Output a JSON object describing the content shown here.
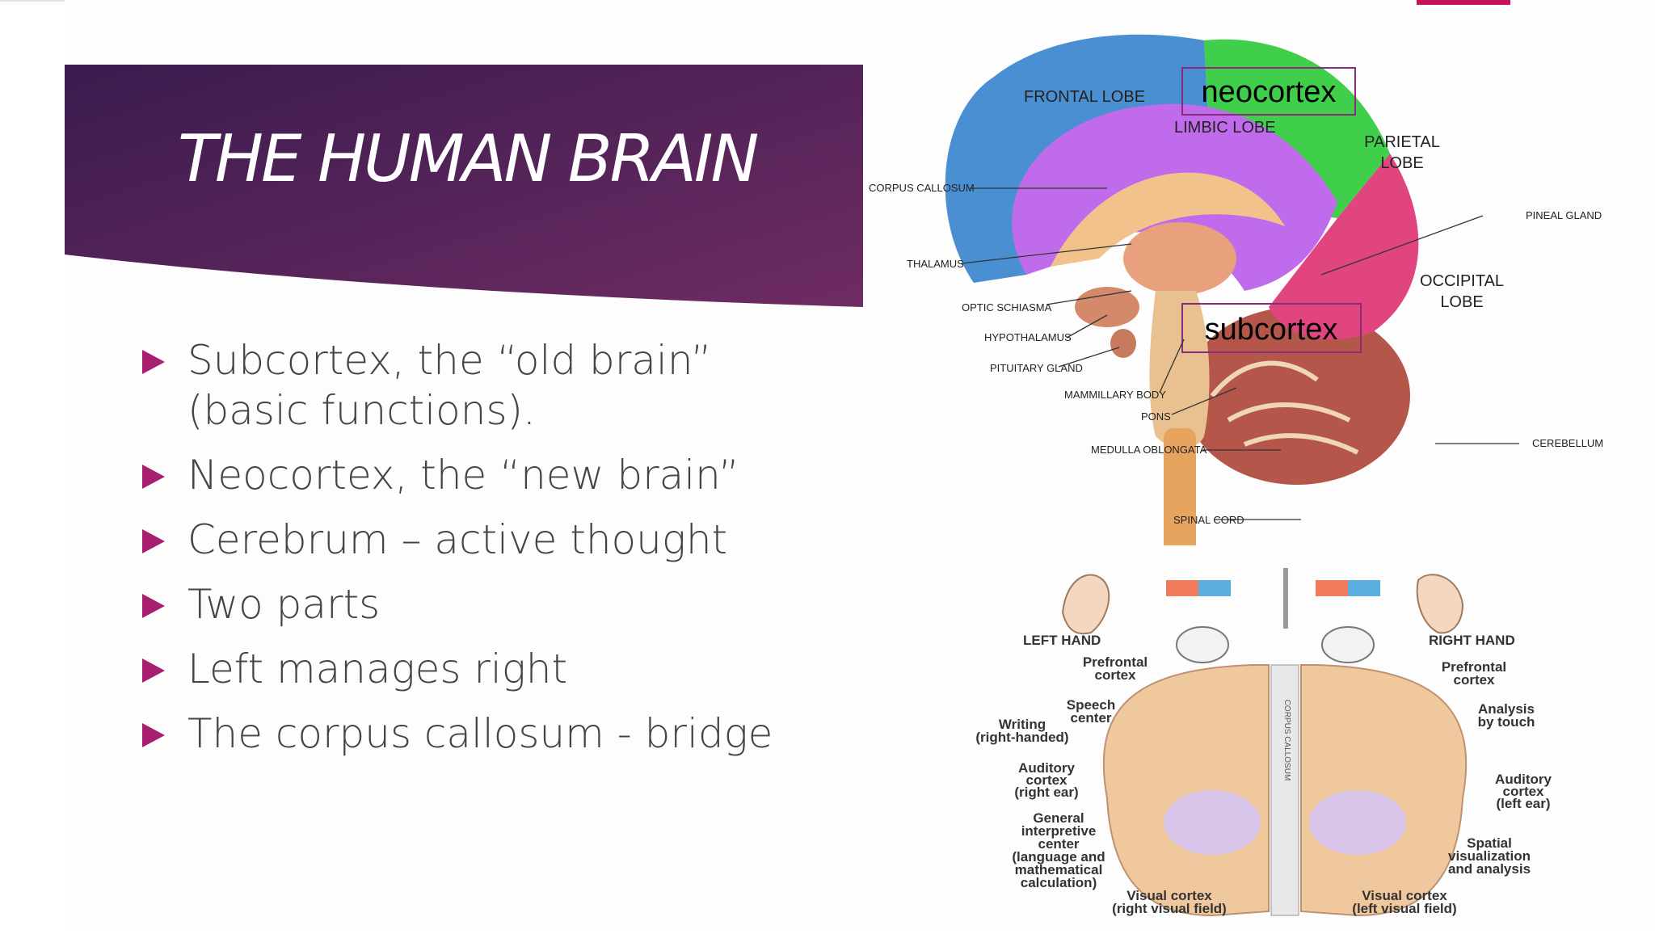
{
  "slide": {
    "title": "THE HUMAN BRAIN",
    "bullets": [
      [
        "Subcortex, the “old brain”",
        "(basic functions)."
      ],
      [
        "Neocortex, the “new brain”"
      ],
      [
        "Cerebrum – active thought"
      ],
      [
        "Two parts"
      ],
      [
        "Left manages right"
      ],
      [
        "The corpus callosum - bridge"
      ]
    ],
    "colors": {
      "banner_start": "#3a1b4f",
      "banner_end": "#6e2c62",
      "bullet_marker": "#a81f6e",
      "accent_tab": "#c8125c"
    }
  },
  "brain_diagram": {
    "overlay_labels": {
      "neocortex": "neocortex",
      "subcortex": "subcortex"
    },
    "lobes": {
      "frontal": "FRONTAL LOBE",
      "limbic": "LIMBIC LOBE",
      "parietal": [
        "PARIETAL",
        "LOBE"
      ],
      "occipital": [
        "OCCIPITAL",
        "LOBE"
      ]
    },
    "callouts": {
      "corpus_callosum": "CORPUS CALLOSUM",
      "thalamus": "THALAMUS",
      "optic_schiasma": "OPTIC SCHIASMA",
      "hypothalamus": "HYPOTHALAMUS",
      "pituitary_gland": "PITUITARY GLAND",
      "mammillary_body": "MAMMILLARY BODY",
      "pons": "PONS",
      "medulla_oblongata": "MEDULLA OBLONGATA",
      "spinal_cord": "SPINAL CORD",
      "pineal_gland": "PINEAL GLAND",
      "cerebellum": "CEREBELLUM"
    }
  },
  "hemisphere_diagram": {
    "left_hand": "LEFT HAND",
    "right_hand": "RIGHT HAND",
    "corpus_callosum": "CORPUS CALLOSUM",
    "left_labels": {
      "prefrontal": [
        "Prefrontal",
        "cortex"
      ],
      "speech": [
        "Speech",
        "center"
      ],
      "writing": [
        "Writing",
        "(right-handed)"
      ],
      "auditory": [
        "Auditory",
        "cortex",
        "(right ear)"
      ],
      "general": [
        "General",
        "interpretive",
        "center",
        "(language and",
        "mathematical",
        "calculation)"
      ],
      "visual": [
        "Visual cortex",
        "(right visual field)"
      ]
    },
    "right_labels": {
      "prefrontal": [
        "Prefrontal",
        "cortex"
      ],
      "analysis": [
        "Analysis",
        "by touch"
      ],
      "auditory": [
        "Auditory",
        "cortex",
        "(left ear)"
      ],
      "spatial": [
        "Spatial",
        "visualization",
        "and analysis"
      ],
      "visual": [
        "Visual cortex",
        "(left visual field)"
      ]
    }
  }
}
